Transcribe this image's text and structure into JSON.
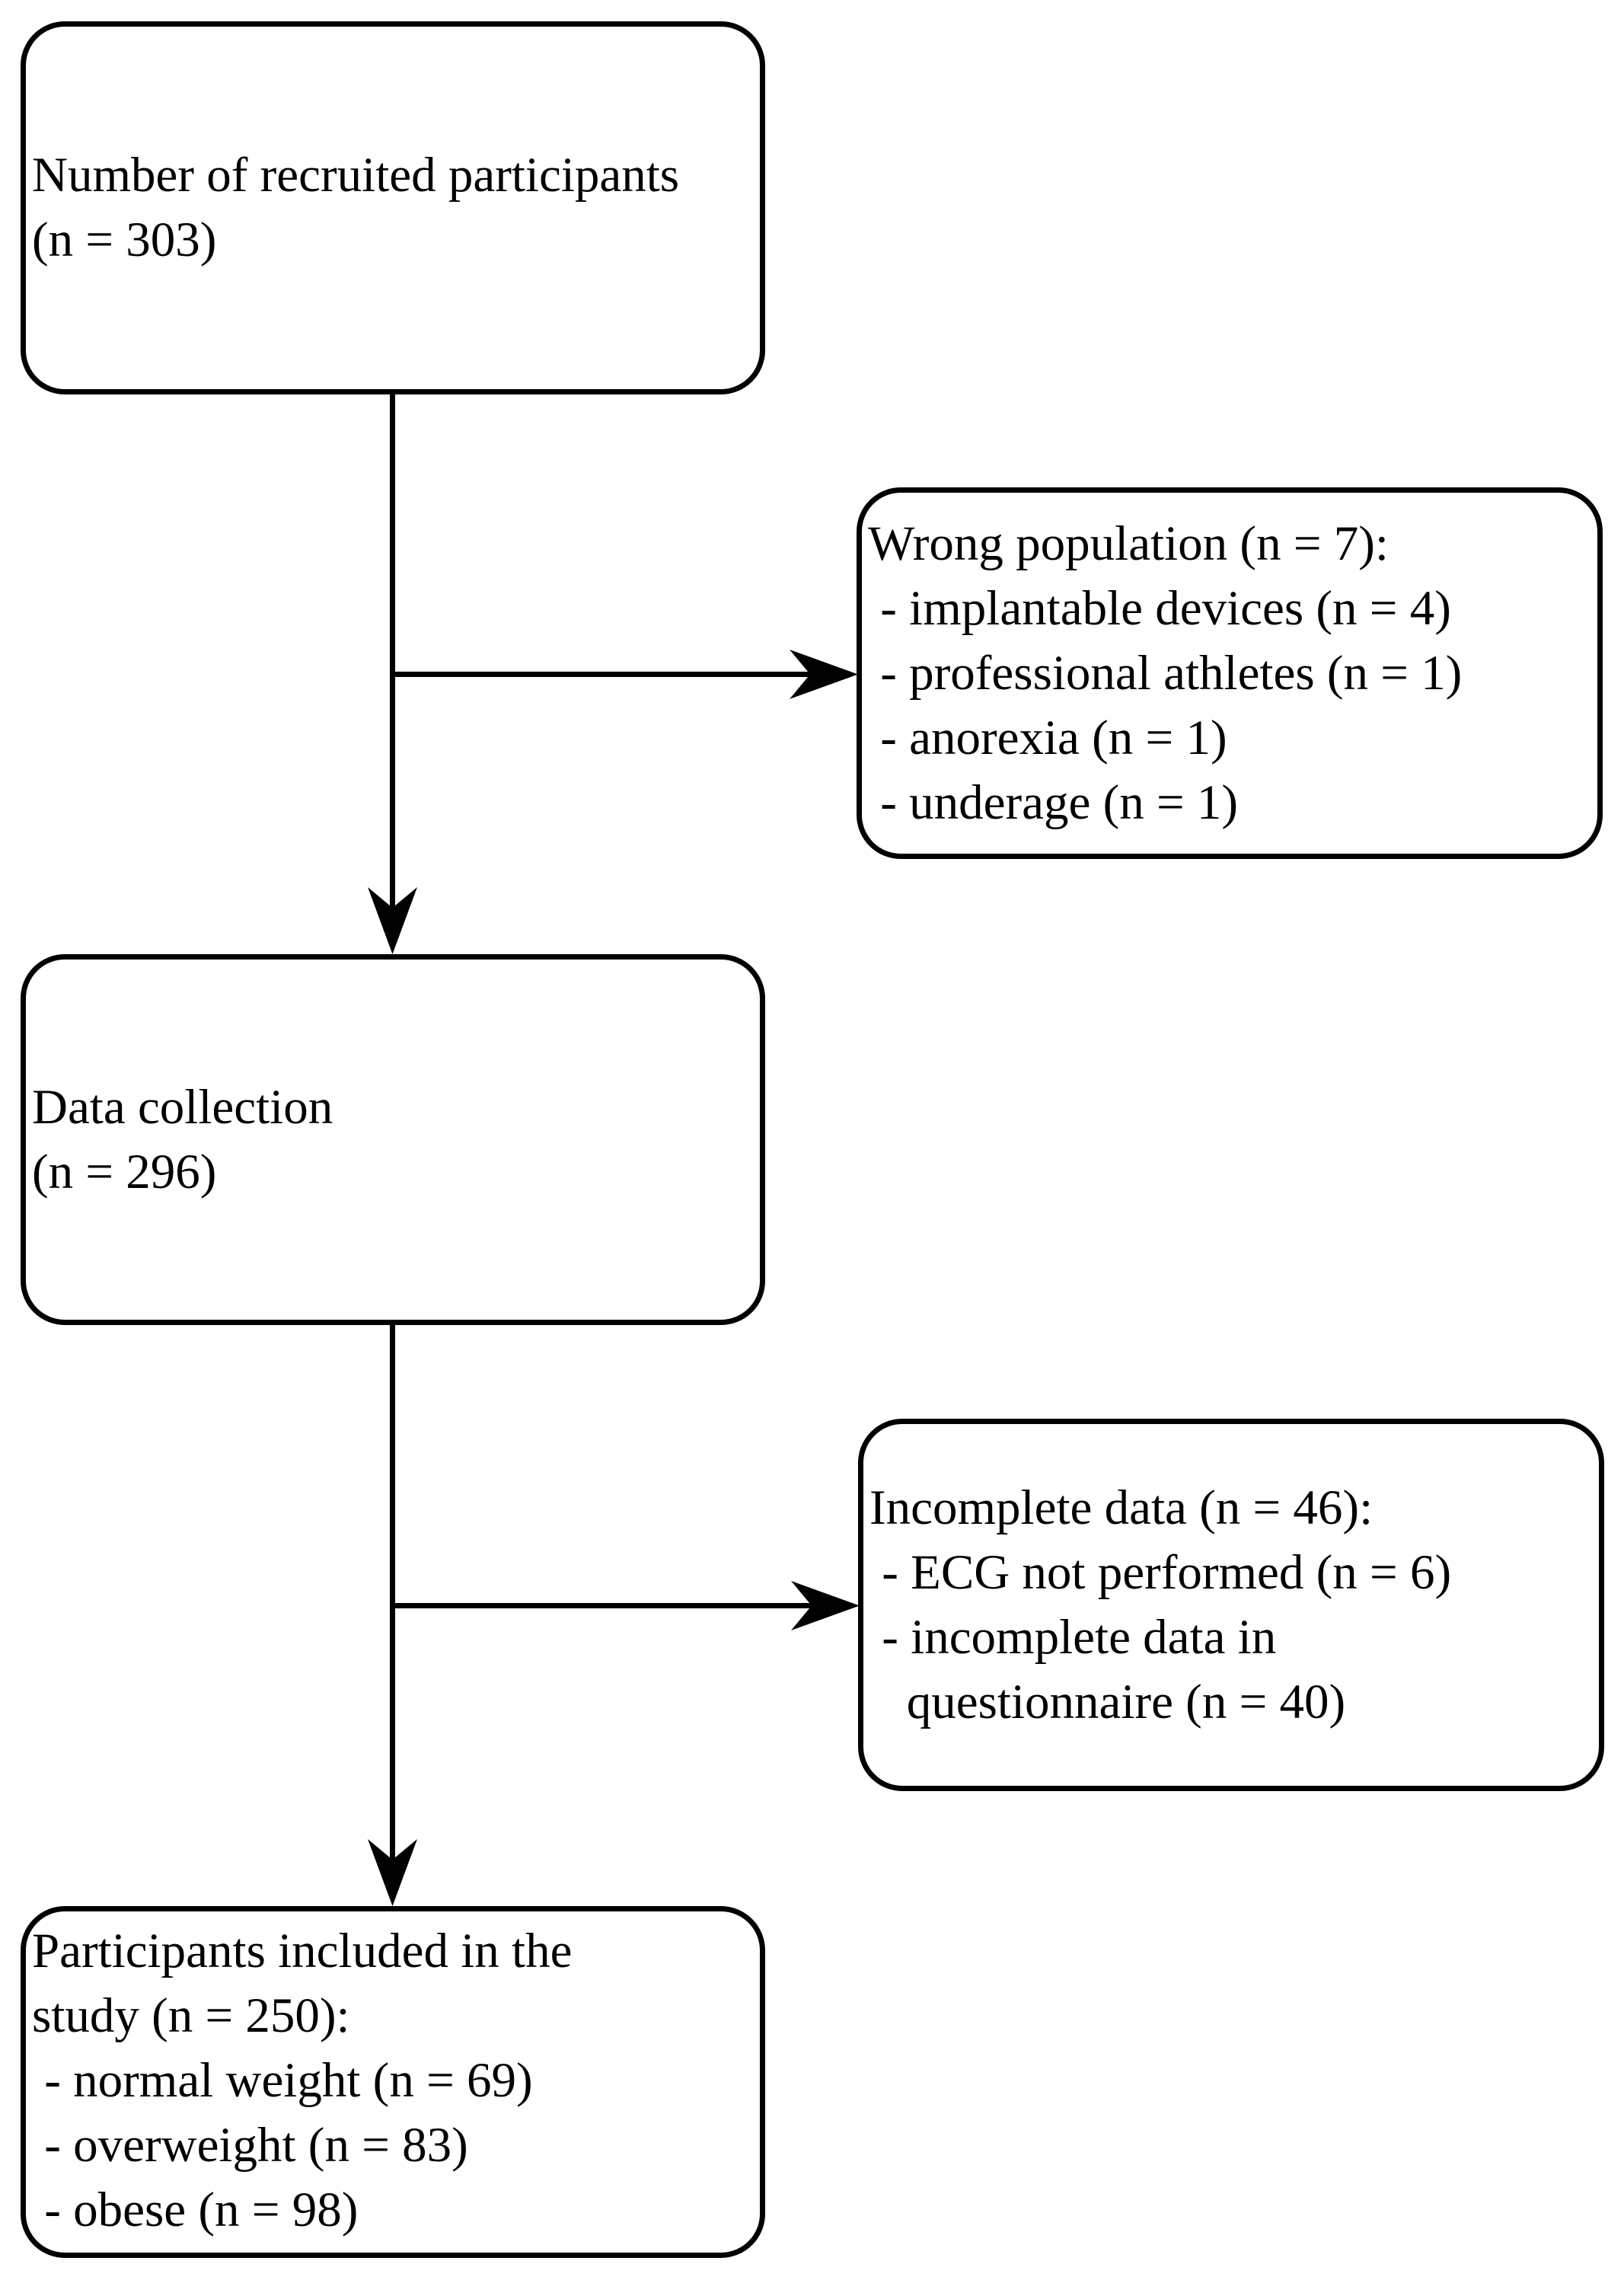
{
  "colors": {
    "line": "#000000",
    "text": "#000000",
    "background": "#ffffff"
  },
  "flowchart": {
    "recruited": {
      "lines": [
        "Number of recruited participants",
        "(n = 303)"
      ]
    },
    "wrong_population": {
      "lines": [
        "Wrong population (n = 7):",
        " - implantable devices (n = 4)",
        " - professional athletes (n = 1)",
        " - anorexia (n = 1)",
        " - underage (n = 1)"
      ]
    },
    "data_collection": {
      "lines": [
        "Data collection",
        "(n = 296)"
      ]
    },
    "incomplete_data": {
      "lines": [
        "Incomplete data (n = 46):",
        " - ECG not performed (n = 6)",
        " - incomplete data in",
        "   questionnaire (n = 40)"
      ]
    },
    "included": {
      "lines": [
        "Participants included in the",
        "study (n = 250):",
        " - normal weight (n = 69)",
        " - overweight (n = 83)",
        " - obese (n = 98)"
      ]
    }
  }
}
